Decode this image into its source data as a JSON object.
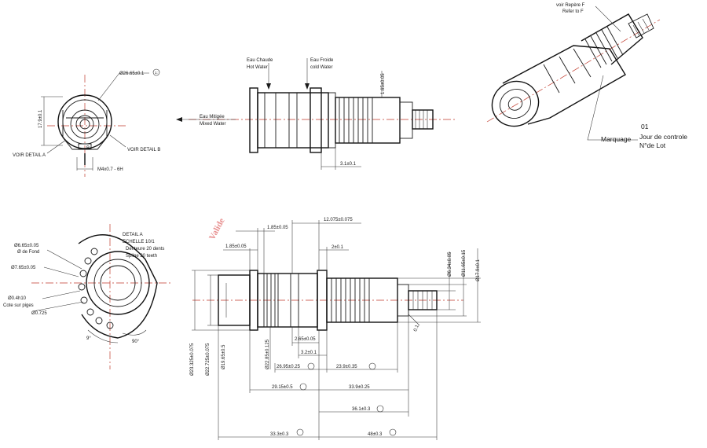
{
  "views": {
    "end_view": {
      "dim_diameter": "Ø26.65±0.1",
      "dim_height": "17.9±0.1",
      "dim_thread": "M4x0.7 - 6H",
      "detail_a_ref": "VOIR DETAIL A",
      "detail_b_ref": "VOIR DETAIL B",
      "section_letter": "B"
    },
    "top_side": {
      "hot_fr": "Eau Chaude",
      "hot_en": "Hot Water",
      "cold_fr": "Eau Froide",
      "cold_en": "cold Water",
      "mixed_fr": "Eau Mitigée",
      "mixed_en": "Mixed Water",
      "dim_165": "1.65±0.05",
      "dim_31": "3.1±0.1"
    },
    "iso": {
      "refer_fr": "voir Repère F",
      "refer_en": "Refer to F",
      "mark_number": "01",
      "marquage": "Marquage",
      "jour": "Jour de controle",
      "lot": "N°de Lot"
    },
    "detail": {
      "dim_665": "Ø6.65±0.05",
      "fond": "Ø de Fond",
      "dim_765": "Ø7.65±0.05",
      "dim_04": "Ø0.4h10",
      "cote": "Cote sur piges",
      "dim_0725": "Ø0.725",
      "title": "DETAIL A",
      "scale": "ECHELLE 10/1",
      "teeth_fr": "Denteure 20 dents",
      "teeth_en": "Spline 20 teeth",
      "angle_9": "9°",
      "angle_90": "90°"
    },
    "main": {
      "stamp": "Valide",
      "d_185a": "1.85±0.05",
      "d_185b": "1.85±0.05",
      "d_12075": "12.075±0.075",
      "d_2": "2±0.1",
      "d_265": "2.65±0.05",
      "d_32": "3.2±0.1",
      "d_2695": "26.95±0.25",
      "d_2395": "23.9±0.35",
      "d_2915": "29.15±0.5",
      "d_339": "33.9±0.25",
      "d_361": "36.1±0.3",
      "d_333": "33.3±0.3",
      "d_48": "48±0.3",
      "d_2325": "Ø23.325±0.075",
      "d_22725": "Ø22.725±0.075",
      "d_2285": "Ø22.85±0.125",
      "d_1965": "Ø19.65±0.5",
      "d_634": "Ø6.34±0.05",
      "d_1165": "Ø11.65±0.15",
      "d_179": "Ø17.9±0.1",
      "d_chamfer": "0.1",
      "tol_mark": "1:"
    }
  }
}
